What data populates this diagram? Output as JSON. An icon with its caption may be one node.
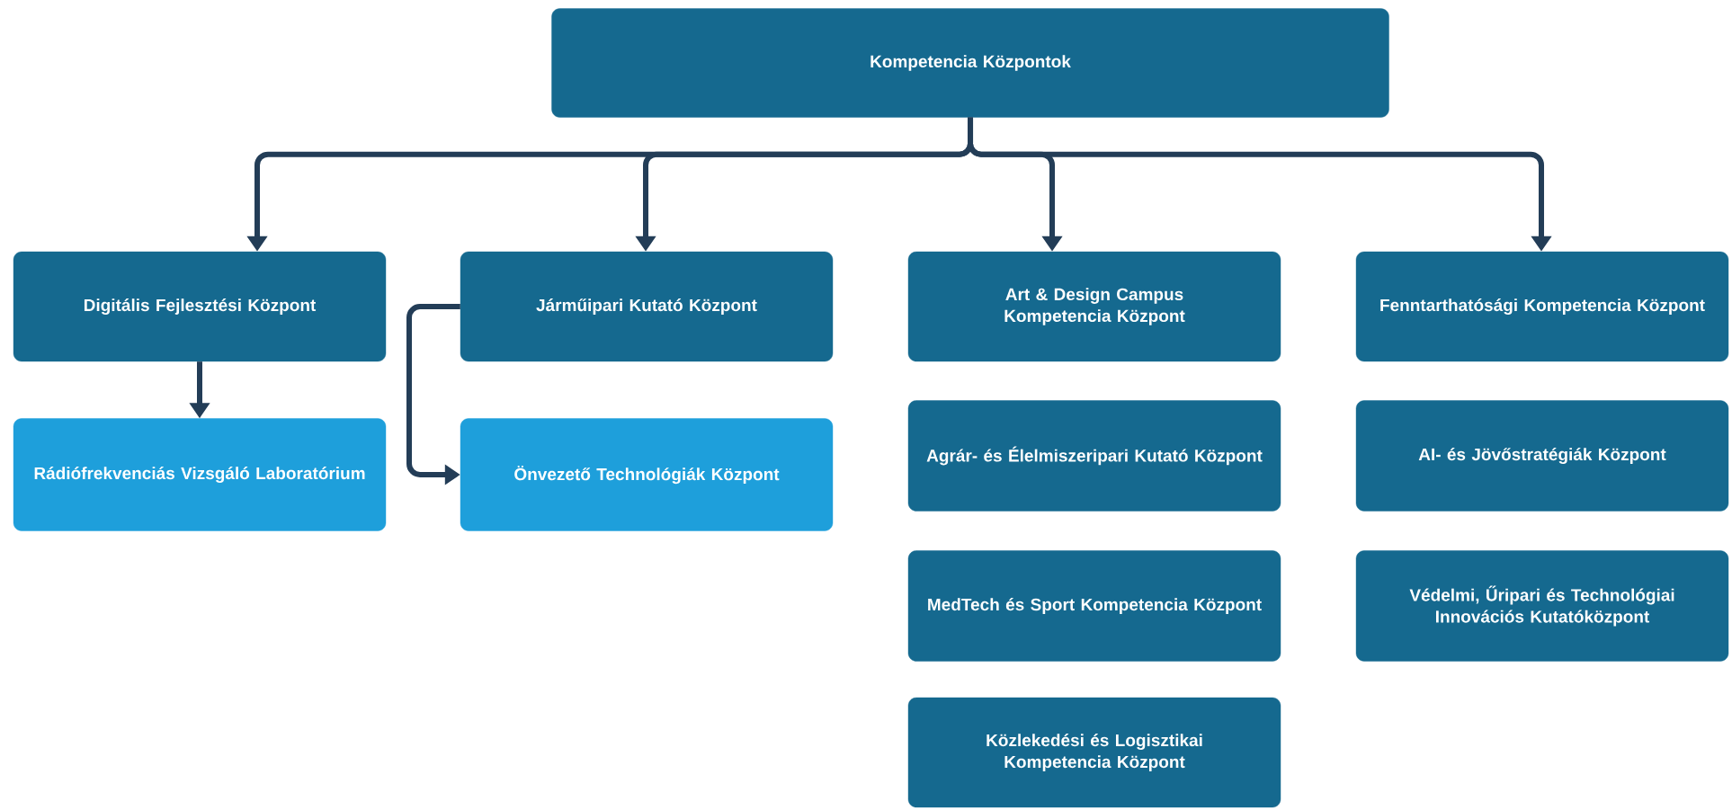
{
  "diagram": {
    "nodes": [
      {
        "text": [
          "Kompetencia Központok"
        ]
      },
      {
        "text": [
          "Digitális Fejlesztési Központ"
        ]
      },
      {
        "text": [
          "Rádiófrekvenciás Vizsgáló Laboratórium"
        ]
      },
      {
        "text": [
          "Járműipari Kutató Központ"
        ]
      },
      {
        "text": [
          "Önvezető Technológiák Központ"
        ]
      },
      {
        "text": [
          "Art & Design Campus Kompetencia Központ"
        ]
      },
      {
        "text": [
          "Agrár- és Élelmiszeripari Kutató Központ"
        ]
      },
      {
        "text": [
          "MedTech és Sport Kompetencia Központ"
        ]
      },
      {
        "text": [
          "Közlekedési és Logisztikai Kompetencia Központ"
        ]
      },
      {
        "text": [
          "Fenntarthatósági Kompetencia Központ"
        ]
      },
      {
        "text": [
          "AI- és Jövőstratégiák Központ"
        ]
      },
      {
        "text": [
          "Védelmi, Űripari és Technológiai Innovációs Kutatóközpont"
        ]
      }
    ],
    "edges": [
      {
        "from": 0,
        "to": 1,
        "arrow": "to"
      },
      {
        "from": 0,
        "to": 3,
        "arrow": "to"
      },
      {
        "from": 0,
        "to": 5,
        "arrow": "to"
      },
      {
        "from": 0,
        "to": 9,
        "arrow": "to"
      },
      {
        "from": 1,
        "to": 2,
        "arrow": "to"
      },
      {
        "from": 3,
        "to": 4,
        "arrow": "to"
      }
    ]
  }
}
